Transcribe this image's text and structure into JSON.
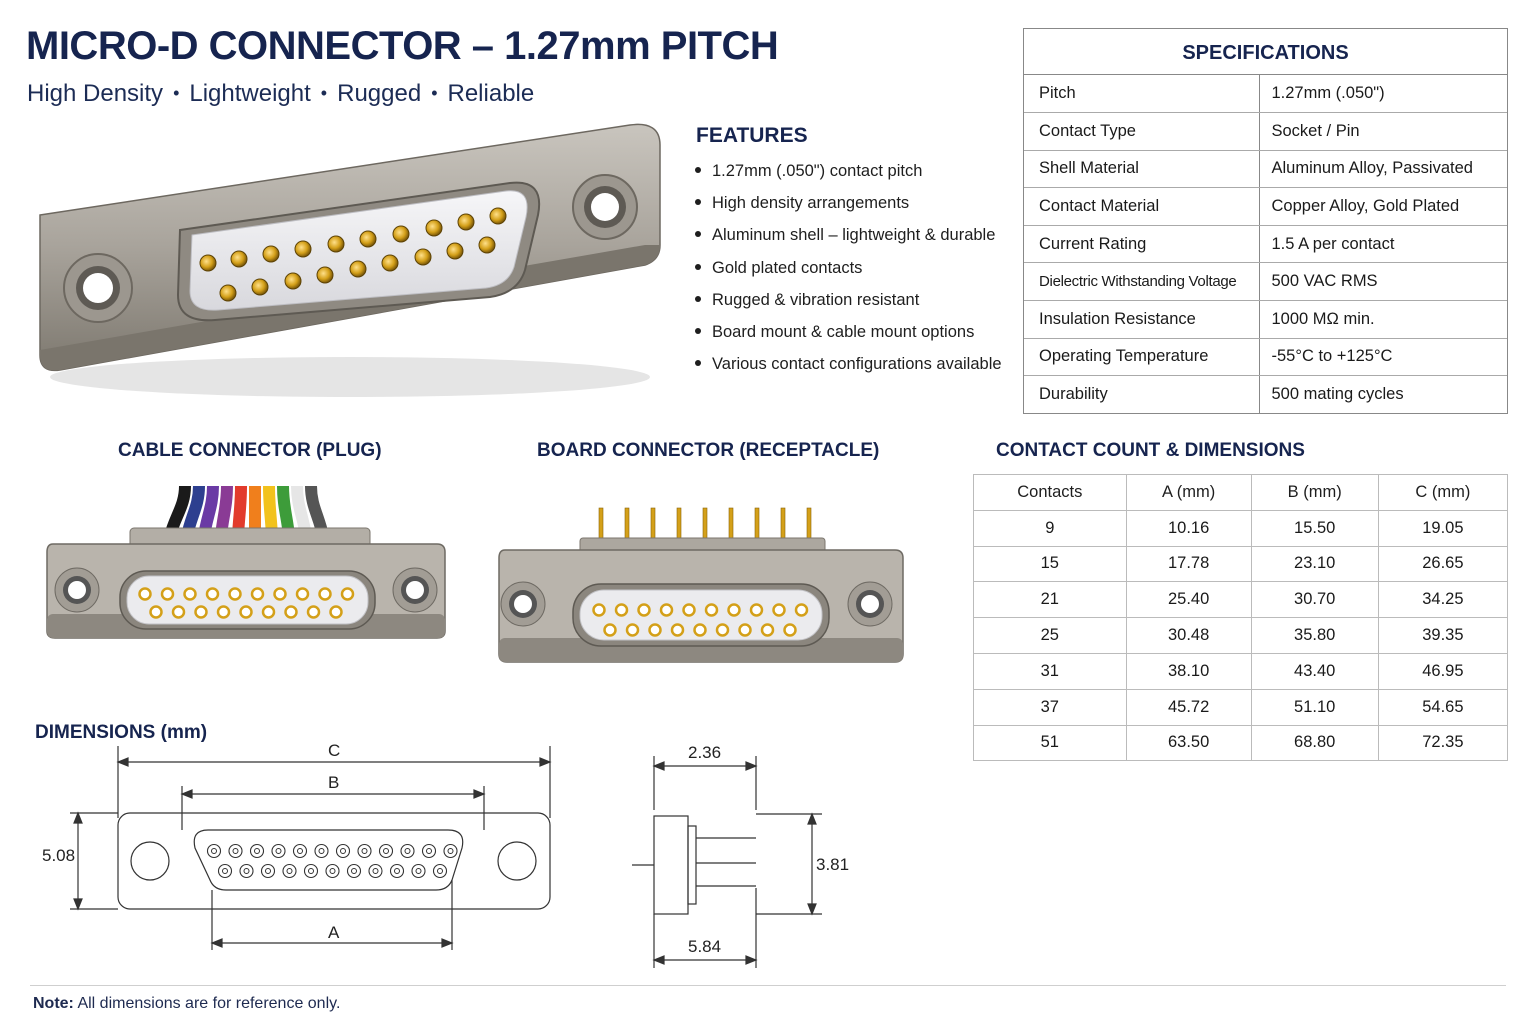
{
  "header": {
    "title": "MICRO-D CONNECTOR – 1.27mm PITCH",
    "tagline": [
      "High Density",
      "Lightweight",
      "Rugged",
      "Reliable"
    ],
    "tagline_separator": "•"
  },
  "features": {
    "heading": "FEATURES",
    "items": [
      "1.27mm (.050\") contact pitch",
      "High density arrangements",
      "Aluminum shell – lightweight & durable",
      "Gold plated contacts",
      "Rugged & vibration resistant",
      "Board mount & cable mount options",
      "Various contact configurations available"
    ]
  },
  "specifications": {
    "heading": "SPECIFICATIONS",
    "rows": [
      {
        "label": "Pitch",
        "value": "1.27mm (.050\")"
      },
      {
        "label": "Contact Type",
        "value": "Socket / Pin"
      },
      {
        "label": "Shell Material",
        "value": "Aluminum Alloy, Passivated"
      },
      {
        "label": "Contact Material",
        "value": "Copper Alloy, Gold Plated"
      },
      {
        "label": "Current Rating",
        "value": "1.5 A per contact"
      },
      {
        "label": "Dielectric Withstanding Voltage",
        "value": "500 VAC RMS"
      },
      {
        "label": "Insulation Resistance",
        "value": "1000 MΩ min."
      },
      {
        "label": "Operating Temperature",
        "value": "-55°C to +125°C"
      },
      {
        "label": "Durability",
        "value": "500 mating cycles"
      }
    ]
  },
  "cable_connector": {
    "heading": "CABLE CONNECTOR (PLUG)"
  },
  "board_connector": {
    "heading": "BOARD CONNECTOR (RECEPTACLE)"
  },
  "contact_count": {
    "heading": "CONTACT COUNT & DIMENSIONS",
    "columns": [
      "Contacts",
      "A (mm)",
      "B (mm)",
      "C (mm)"
    ],
    "rows": [
      [
        "9",
        "10.16",
        "15.50",
        "19.05"
      ],
      [
        "15",
        "17.78",
        "23.10",
        "26.65"
      ],
      [
        "21",
        "25.40",
        "30.70",
        "34.25"
      ],
      [
        "25",
        "30.48",
        "35.80",
        "39.35"
      ],
      [
        "31",
        "38.10",
        "43.40",
        "46.95"
      ],
      [
        "37",
        "45.72",
        "51.10",
        "54.65"
      ],
      [
        "51",
        "63.50",
        "68.80",
        "72.35"
      ]
    ]
  },
  "dimensions": {
    "heading": "DIMENSIONS (mm)",
    "front_labels": {
      "c": "C",
      "b": "B",
      "a": "A",
      "height": "5.08"
    },
    "side_labels": {
      "top": "2.36",
      "bottom": "5.84",
      "height": "3.81"
    }
  },
  "footer": {
    "note_label": "Note:",
    "note_text": " All dimensions are for reference only."
  },
  "colors": {
    "heading": "#16244f",
    "shell_metal": "#a9a59e",
    "insulator": "#e9e9ec",
    "contact_gold": "#d4a019",
    "wires": [
      "#1a1a1a",
      "#2d3f8f",
      "#6a3aa5",
      "#8a3b95",
      "#e23b2c",
      "#f07f1c",
      "#f2c21c",
      "#3d9c3a",
      "#e6e6e6",
      "#555555"
    ]
  }
}
